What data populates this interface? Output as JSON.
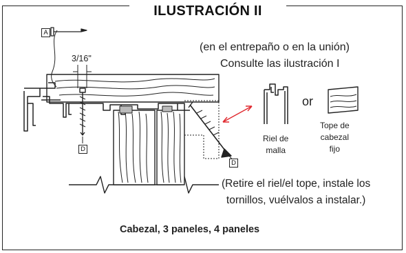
{
  "title": "ILUSTRACIÓN II",
  "dimension": "3/16\"",
  "note_location": "(en el entrepaño o en la unión)",
  "note_reference": "Consulte las ilustración I",
  "conjunction": "or",
  "screen_rail_label": [
    "Riel de",
    "malla"
  ],
  "fixed_stop_label": [
    "Tope de",
    "cabezal",
    "fijo"
  ],
  "instruction": [
    "(Retire el riel/el tope, instale los",
    "tornillos, vuélvalos a instalar.)"
  ],
  "caption": "Cabezal, 3 paneles, 4 paneles",
  "callouts": {
    "nail": "A",
    "screw_vertical": "D",
    "screw_angled": "D"
  },
  "colors": {
    "arrow": "#e0282e",
    "line": "#222222",
    "wood": "#ffffff"
  }
}
